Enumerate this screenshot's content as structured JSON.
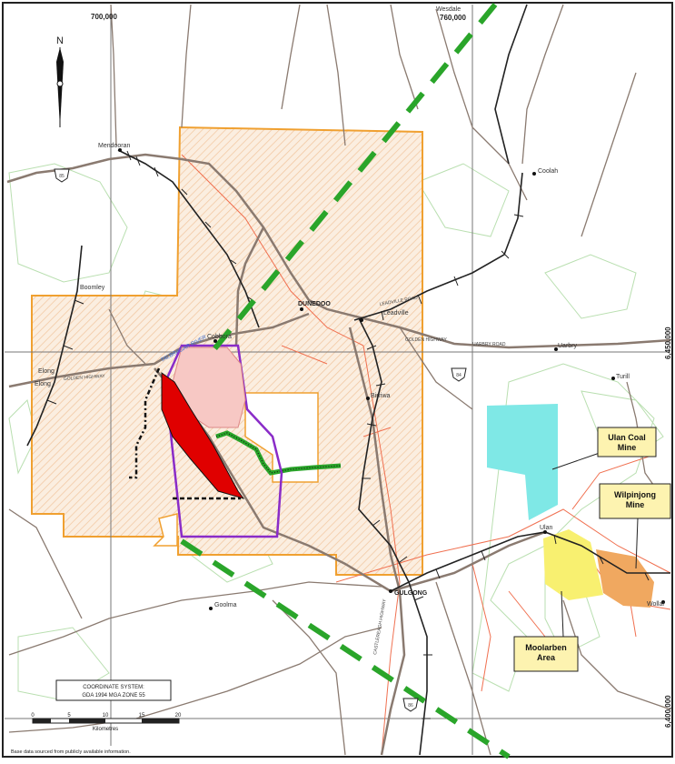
{
  "grid": {
    "easting_top": "700,000",
    "easting_top_right": "760,000",
    "northing_mid": "6,450,000",
    "northing_bottom": "6,400,000"
  },
  "north": {
    "label": "N"
  },
  "towns": {
    "mendooran": "Mendooran",
    "coolah": "Coolah",
    "boomley": "Boomley",
    "dunedoo": "DUNEDOO",
    "leadville": "Leadville",
    "cobbora": "Cobbora",
    "elong1": "Elong",
    "elong2": "Elong",
    "uarbry": "Uarbry",
    "birriwa": "Birriwa",
    "turill": "Turill",
    "ulan": "Ulan",
    "gulgong": "GULGONG",
    "goolma": "Goolma",
    "wollar": "Wollar",
    "wesdale": "Wesdale"
  },
  "rivers": {
    "talbragar": "TALBRAGAR RIVER"
  },
  "roads": {
    "golden_hwy_west": "GOLDEN HIGHWAY",
    "golden_hwy_east": "GOLDEN HIGHWAY",
    "uarbry_road": "UARBRY ROAD",
    "leadville_road": "LEADVILLE ROAD",
    "castlereagh_hwy": "CASTLEREAGH HIGHWAY"
  },
  "route_shields": {
    "r85": "85",
    "r84": "84",
    "r86": "86"
  },
  "callouts": {
    "ulan_coal": "Ulan Coal Mine",
    "wilpinjong": "Wilpinjong Mine",
    "moolarben": "Moolarben Area"
  },
  "coord_box": {
    "line1": "COORDINATE SYSTEM:",
    "line2": "GDA 1994 MGA ZONE 55"
  },
  "scale": {
    "ticks": [
      "0",
      "5",
      "10",
      "15",
      "20"
    ],
    "unit": "Kilometres"
  },
  "footnote": "Base data sourced from publicly available information.",
  "colors": {
    "exploration_outline": "#f0a030",
    "project_boundary": "#8a2cc8",
    "open_cut": "#e00000",
    "pink_area": "#f7c8c4",
    "ulan_coal": "#7fe8e6",
    "moolarben": "#f8f070",
    "wilpinjong": "#f0a860",
    "callout_fill": "#fdf3b0",
    "green_dash": "#2aa52a",
    "roads": "#8a7a70",
    "power_lines": "#f07050"
  }
}
